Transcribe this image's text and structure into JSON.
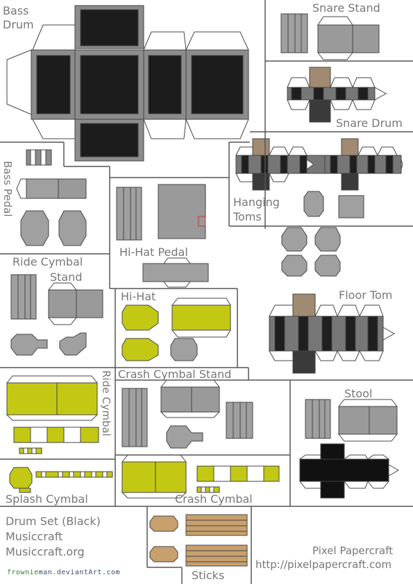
{
  "labels": {
    "bass_drum": [
      "Bass",
      "Drum"
    ],
    "snare_stand": "Snare Stand",
    "snare_drum": "Snare Drum",
    "bass_pedal": "Bass Pedal",
    "hanging_toms": [
      "Hanging",
      "Toms"
    ],
    "hihat_pedal": "Hi-Hat Pedal",
    "ride_cymbal_stand": [
      "Ride Cymbal",
      "Stand"
    ],
    "hihat": "Hi-Hat",
    "floor_tom": "Floor Tom",
    "ride_cymbal": "Ride Cymbal",
    "crash_cymbal_stand": "Crash Cymbal Stand",
    "stool": "Stool",
    "splash_cymbal": "Splash Cymbal",
    "crash_cymbal": "Crash Cymbal",
    "sticks": "Sticks"
  },
  "footer": {
    "title_lines": [
      "Drum Set (Black)",
      "Musiccraft",
      "Musiccraft.org"
    ],
    "brand": "Pixel Papercraft",
    "url": "http://pixelpapercraft.com",
    "artist_a": "frownie",
    "artist_b": "man.deviantArt.com"
  },
  "colors": {
    "border": "#555555",
    "label": "#777777",
    "drum_gray": "#8c8c8c",
    "drum_dark": "#2a2a2a",
    "metal_light": "#a8a8a8",
    "cymbal": "#c3c815",
    "wood": "#c8a06e",
    "skin": "#a08a72"
  }
}
